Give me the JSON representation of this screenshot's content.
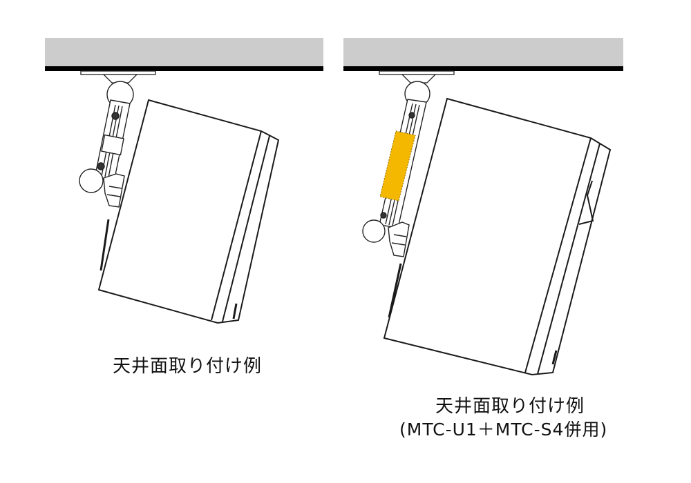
{
  "figure": {
    "colors": {
      "ceiling_fill": "#cccccc",
      "ceiling_edge": "#000000",
      "line": "#1a1a1a",
      "extension_highlight": "#f5b800",
      "background": "#ffffff"
    },
    "panels": [
      {
        "id": "left",
        "caption": "天井面取り付け例",
        "caption_line2": "",
        "has_extension": false
      },
      {
        "id": "right",
        "caption": "天井面取り付け例",
        "caption_line2": "(MTC-U1＋MTC-S4併用)",
        "has_extension": true
      }
    ]
  }
}
